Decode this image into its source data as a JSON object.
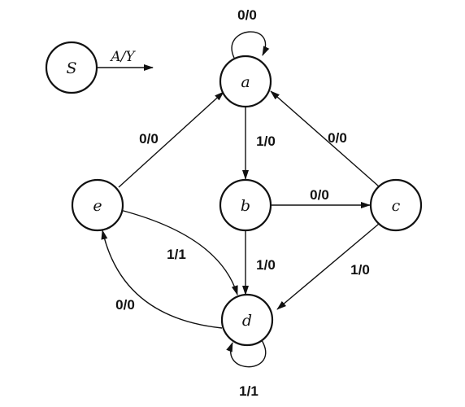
{
  "diagram": {
    "legend": {
      "state": "S",
      "label": "A/Y"
    },
    "states": {
      "a": "a",
      "b": "b",
      "c": "c",
      "d": "d",
      "e": "e"
    },
    "transitions": {
      "a_a": "0/0",
      "a_b": "1/0",
      "b_c": "0/0",
      "b_d": "1/0",
      "c_a": "0/0",
      "c_d": "1/0",
      "e_a": "0/0",
      "e_d": "1/1",
      "d_e": "0/0",
      "d_d": "1/1"
    }
  }
}
